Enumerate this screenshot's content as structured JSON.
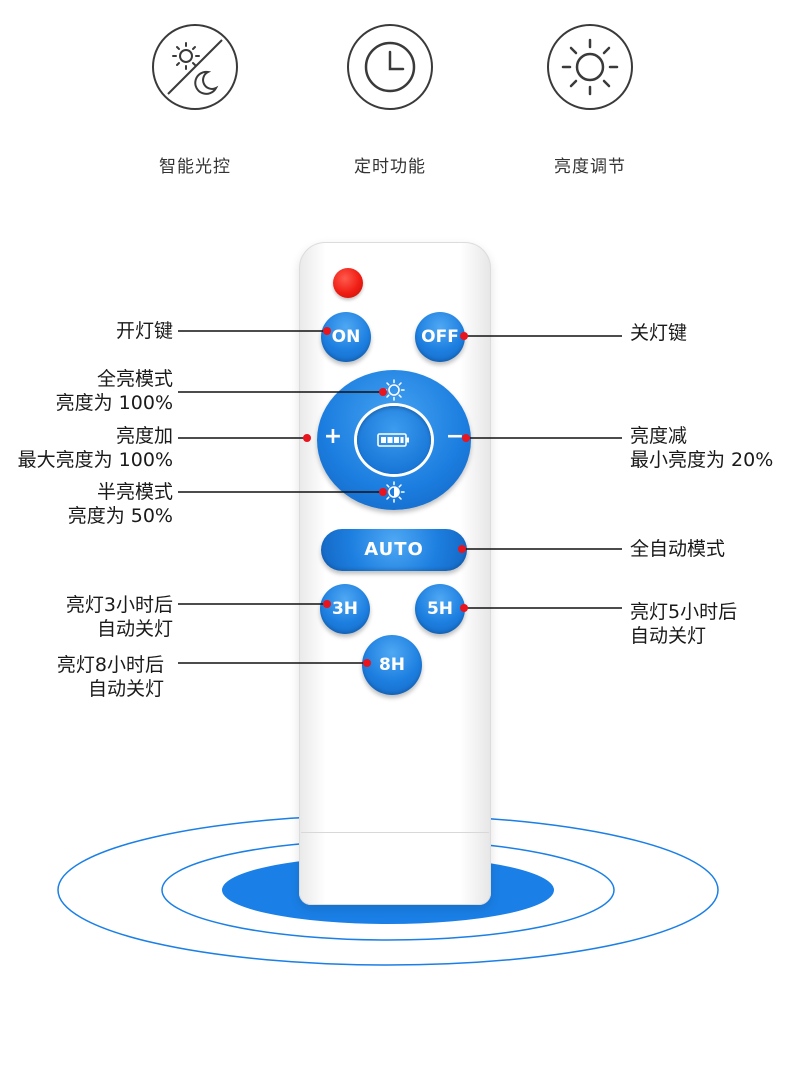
{
  "features": [
    {
      "icon": "sun-moon-light-control-icon",
      "label": "智能光控"
    },
    {
      "icon": "clock-timer-icon",
      "label": "定时功能"
    },
    {
      "icon": "sun-brightness-icon",
      "label": "亮度调节"
    }
  ],
  "remote": {
    "buttons": {
      "on": "ON",
      "off": "OFF",
      "plus": "+",
      "minus": "−",
      "auto": "AUTO",
      "h3": "3H",
      "h5": "5H",
      "h8": "8H"
    }
  },
  "annotations": {
    "on": {
      "line1": "开灯键"
    },
    "off": {
      "line1": "关灯键"
    },
    "full": {
      "line1": "全亮模式",
      "line2": "亮度为 100%"
    },
    "plus": {
      "line1": "亮度加",
      "line2": "最大亮度为 100%"
    },
    "half": {
      "line1": "半亮模式",
      "line2": "亮度为 50%"
    },
    "minus": {
      "line1": "亮度减",
      "line2": "最小亮度为 20%"
    },
    "auto": {
      "line1": "全自动模式"
    },
    "h3": {
      "line1": "亮灯3小时后",
      "line2": "自动关灯"
    },
    "h5": {
      "line1": "亮灯5小时后",
      "line2": "自动关灯"
    },
    "h8": {
      "line1": "亮灯8小时后",
      "line2": "自动关灯"
    }
  },
  "colors": {
    "button_blue": "#1d7fe0",
    "led_red": "#f01e14",
    "marker_red": "#e8141e",
    "ring_blue": "#1a7fe6"
  }
}
